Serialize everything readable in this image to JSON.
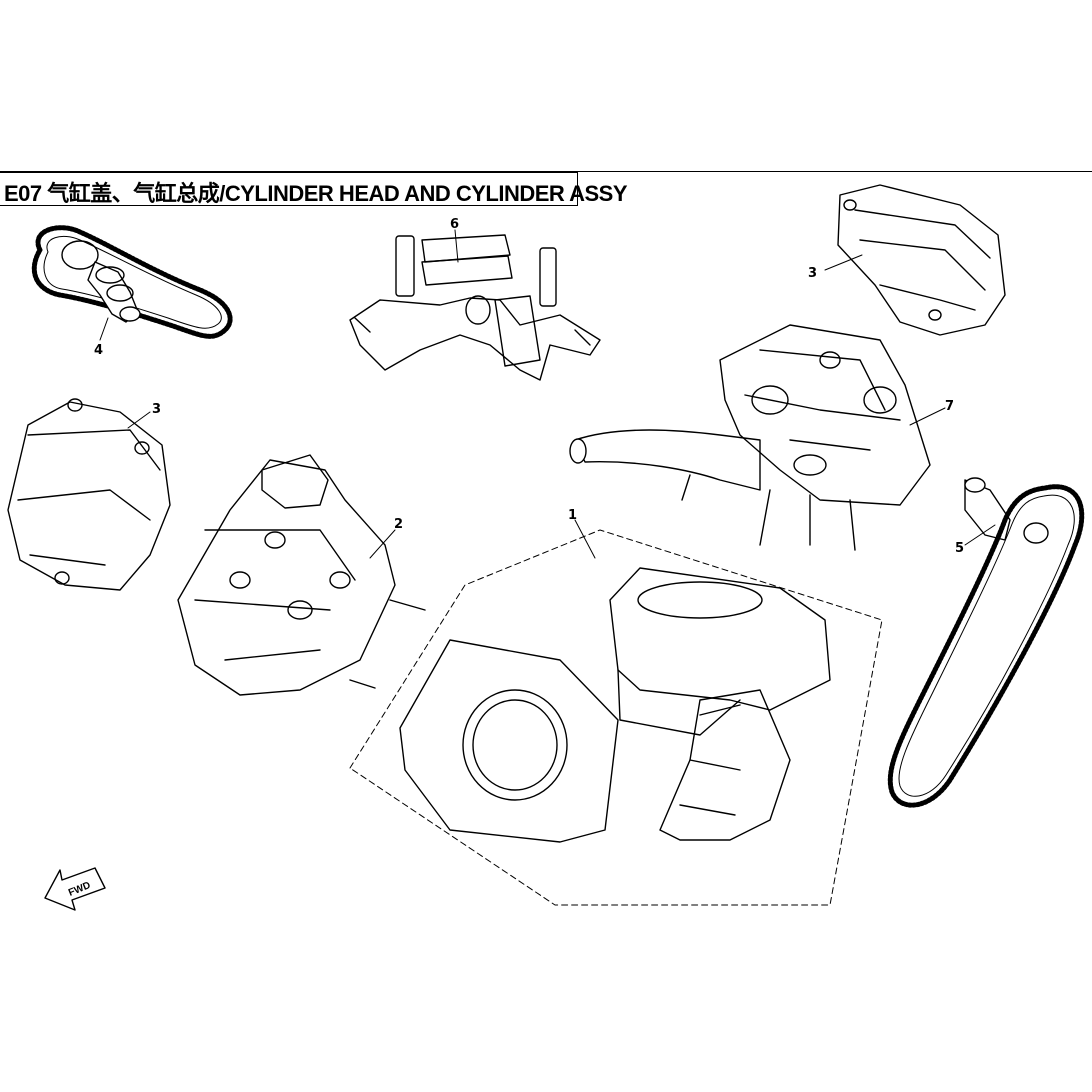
{
  "diagram": {
    "title": "E07 气缸盖、气缸总成/CYLINDER HEAD AND CYLINDER ASSY",
    "callouts": [
      {
        "id": "c1",
        "label": "1"
      },
      {
        "id": "c2",
        "label": "2"
      },
      {
        "id": "c3a",
        "label": "3"
      },
      {
        "id": "c3b",
        "label": "3"
      },
      {
        "id": "c4",
        "label": "4"
      },
      {
        "id": "c5",
        "label": "5"
      },
      {
        "id": "c6",
        "label": "6"
      },
      {
        "id": "c7",
        "label": "7"
      }
    ],
    "fwd_label": "FWD"
  }
}
